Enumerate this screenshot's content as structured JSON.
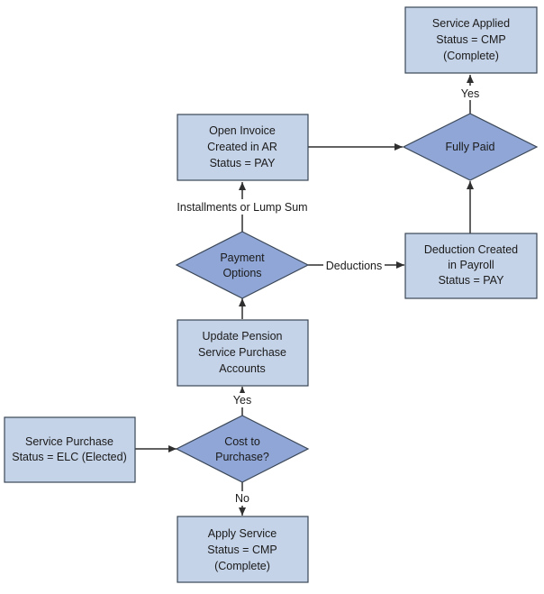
{
  "diagram": {
    "colors": {
      "process_fill": "#c5d3e8",
      "decision_fill": "#8fa6d6",
      "border": "#3a4656",
      "connector": "#2f2f2f"
    },
    "nodes": {
      "service_applied": {
        "line1": "Service Applied",
        "line2": "Status = CMP",
        "line3": "(Complete)"
      },
      "open_invoice": {
        "line1": "Open Invoice",
        "line2": "Created in AR",
        "line3": "Status = PAY"
      },
      "fully_paid": {
        "line1": "Fully Paid"
      },
      "payment_options": {
        "line1": "Payment",
        "line2": "Options"
      },
      "deduction_created": {
        "line1": "Deduction Created",
        "line2": "in Payroll",
        "line3": "Status = PAY"
      },
      "update_pension": {
        "line1": "Update Pension",
        "line2": "Service Purchase",
        "line3": "Accounts"
      },
      "service_purchase": {
        "line1": "Service Purchase",
        "line2": "Status = ELC (Elected)"
      },
      "cost_to_purchase": {
        "line1": "Cost to",
        "line2": "Purchase?"
      },
      "apply_service": {
        "line1": "Apply Service",
        "line2": "Status = CMP",
        "line3": "(Complete)"
      }
    },
    "edge_labels": {
      "yes_top": "Yes",
      "installments": "Installments or Lump Sum",
      "deductions": "Deductions",
      "yes_cost": "Yes",
      "no_cost": "No"
    }
  }
}
